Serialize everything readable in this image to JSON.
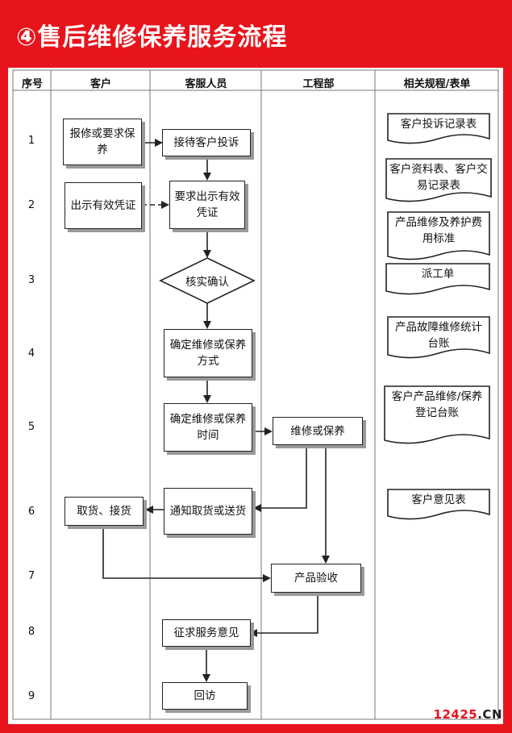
{
  "title": "④售后维修保养服务流程",
  "columns": [
    "序号",
    "客户",
    "客服人员",
    "工程部",
    "相关规程/表单"
  ],
  "rows": [
    "1",
    "2",
    "3",
    "4",
    "5",
    "6",
    "7",
    "8",
    "9"
  ],
  "nodes": {
    "report_repair": "报修或要求保养",
    "show_voucher": "出示有效凭证",
    "pickup": "取货、接货",
    "receive_complaint": "接待客户投诉",
    "request_voucher": "要求出示有效凭证",
    "verify": "核实确认",
    "confirm_method": "确定维修或保养方式",
    "confirm_time": "确定维修或保养时间",
    "notify": "通知取货或送货",
    "collect_feedback": "征求服务意见",
    "revisit": "回访",
    "repair": "维修或保养",
    "acceptance": "产品验收"
  },
  "documents": [
    "客户投诉记录表",
    "客户资料表、客户交易记录表",
    "产品维修及养护费用标准",
    "派工单",
    "产品故障维修统计台账",
    "客户产品维修/保养登记台账",
    "客户意见表"
  ],
  "watermark": {
    "part1": "12425",
    "part2": ".CN"
  },
  "colors": {
    "background": "#e8141c",
    "panel": "#ffffff",
    "line": "#222222"
  }
}
